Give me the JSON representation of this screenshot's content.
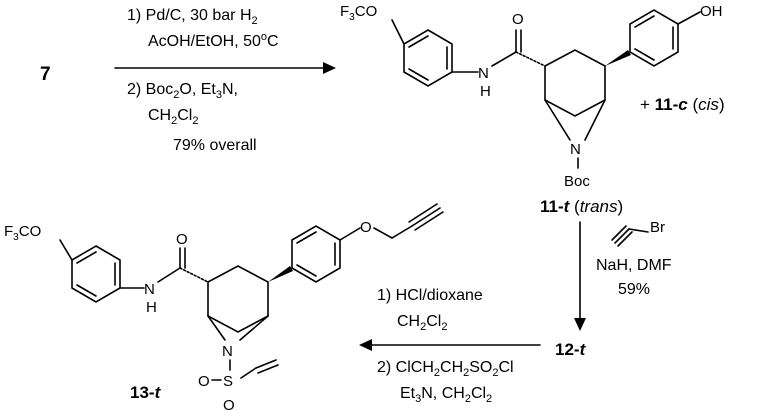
{
  "scheme": {
    "start_compound": "7",
    "step1": {
      "conditions": [
        "1) Pd/C, 30 bar H",
        "AcOH/EtOH, 50",
        "2) Boc",
        "O, Et",
        "N,",
        "CH",
        "Cl",
        "79% overall"
      ],
      "h2_sub": "2",
      "degree": "o",
      "celsius": "C",
      "boc2o_sub": "2",
      "et3n_sub": "3",
      "ch2cl2_sub1": "2",
      "ch2cl2_sub2": "2"
    },
    "compound_11t": {
      "label": "11-t",
      "label_num": "11-",
      "label_italic": "t",
      "stereo_note": "(trans)",
      "stereo_word": "trans",
      "substituents": {
        "left_group": "F",
        "left_group_sub": "3",
        "left_group_rest": "CO",
        "amide_O": "O",
        "amide_NH": "N",
        "amide_H": "H",
        "ring_N": "N",
        "boc": "Boc",
        "phenol_OH": "OH"
      }
    },
    "minor_product": {
      "prefix": "+ ",
      "label": "11-",
      "italic": "c",
      "note_open": " (",
      "note_word": "cis",
      "note_close": ")"
    },
    "step2": {
      "reagent_br": "Br",
      "conditions": [
        "NaH, DMF",
        "59%"
      ]
    },
    "compound_12t": {
      "label_num": "12-",
      "label_italic": "t"
    },
    "step3": {
      "conditions_1": "1) HCl/dioxane",
      "conditions_1b": "CH",
      "conditions_2": "2) ClCH",
      "conditions_2b": "CH",
      "conditions_2c": "SO",
      "conditions_2d": "Cl",
      "conditions_3": "Et",
      "conditions_3b": "N, CH",
      "conditions_3c": "Cl",
      "sub2": "2",
      "sub3": "3"
    },
    "compound_13t": {
      "label_num": "13-",
      "label_italic": "t",
      "substituents": {
        "left_group": "F",
        "left_group_sub": "3",
        "left_group_rest": "CO",
        "amide_O": "O",
        "amide_N": "N",
        "amide_H": "H",
        "ring_N": "N",
        "S": "S",
        "O_a": "O",
        "O_b": "O",
        "ether_O": "O"
      }
    }
  }
}
